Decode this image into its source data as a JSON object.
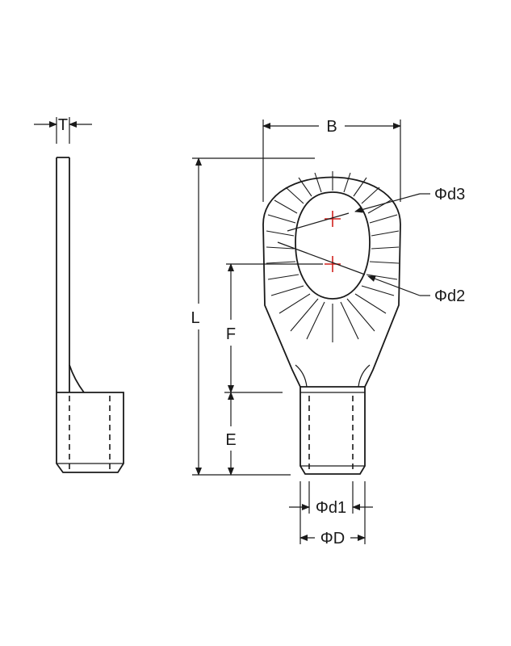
{
  "labels": {
    "t": "T",
    "b": "B",
    "phi_d3": "Φd3",
    "phi_d2": "Φd2",
    "l": "L",
    "f": "F",
    "e": "E",
    "phi_d1": "Φd1",
    "phi_big_d": "ΦD"
  },
  "colors": {
    "line": "#1a1a1a",
    "center_mark": "#d0201c"
  }
}
